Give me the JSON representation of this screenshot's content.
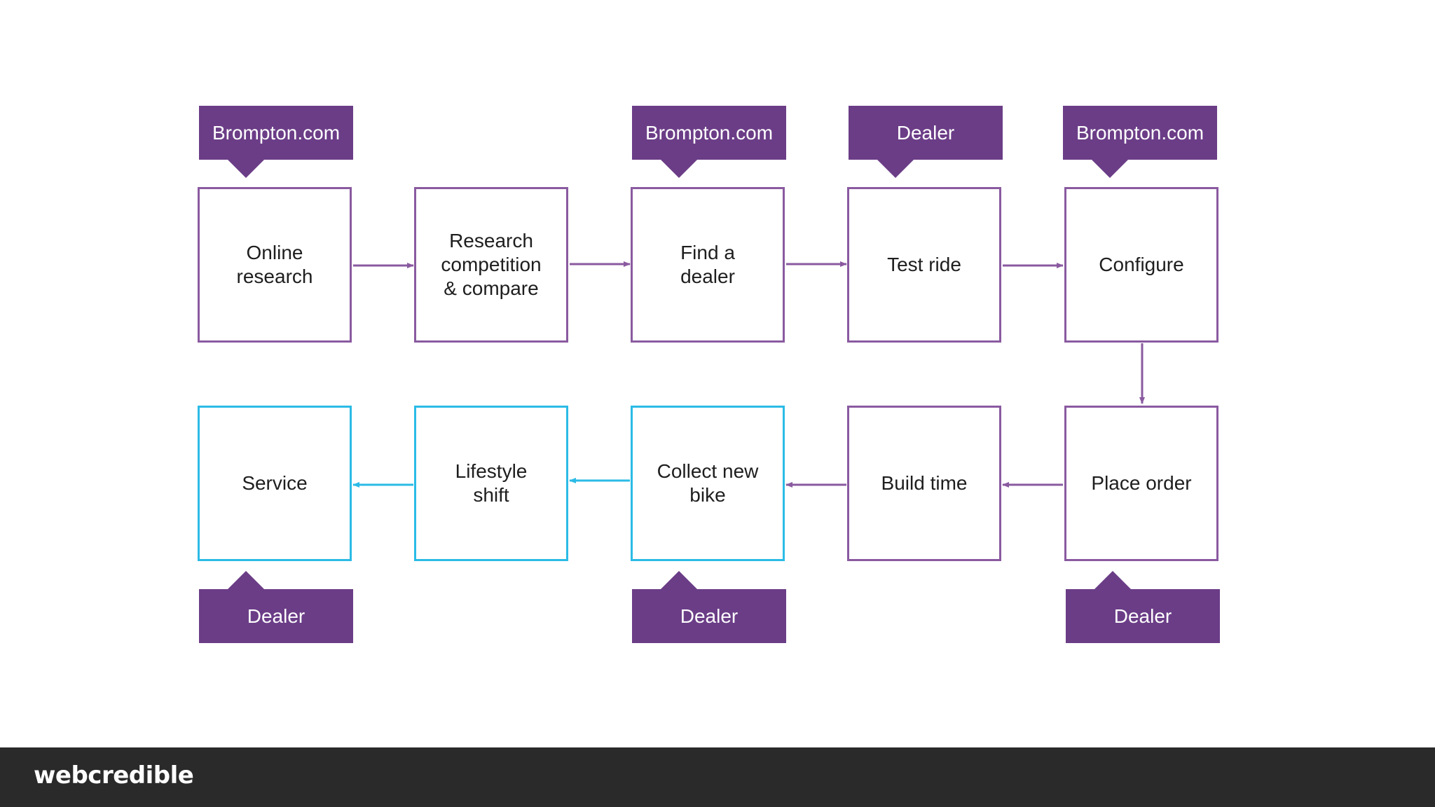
{
  "steps": {
    "online_research": "Online\nresearch",
    "research_compare": "Research\ncompetition\n& compare",
    "find_dealer": "Find a\ndealer",
    "test_ride": "Test ride",
    "configure": "Configure",
    "place_order": "Place order",
    "build_time": "Build time",
    "collect_bike": "Collect new\nbike",
    "lifestyle_shift": "Lifestyle\nshift",
    "service": "Service"
  },
  "tags": {
    "online_research": "Brompton.com",
    "find_dealer": "Brompton.com",
    "test_ride": "Dealer",
    "configure": "Brompton.com",
    "service": "Dealer",
    "collect_bike": "Dealer",
    "place_order": "Dealer"
  },
  "footer": {
    "brand": "webcredible"
  },
  "colors": {
    "tag_fill": "#6b3d87",
    "box_border": "#8a5aa0",
    "box_border_post_purchase": "#2bbbe6",
    "footer_bg": "#2a2a2a"
  }
}
